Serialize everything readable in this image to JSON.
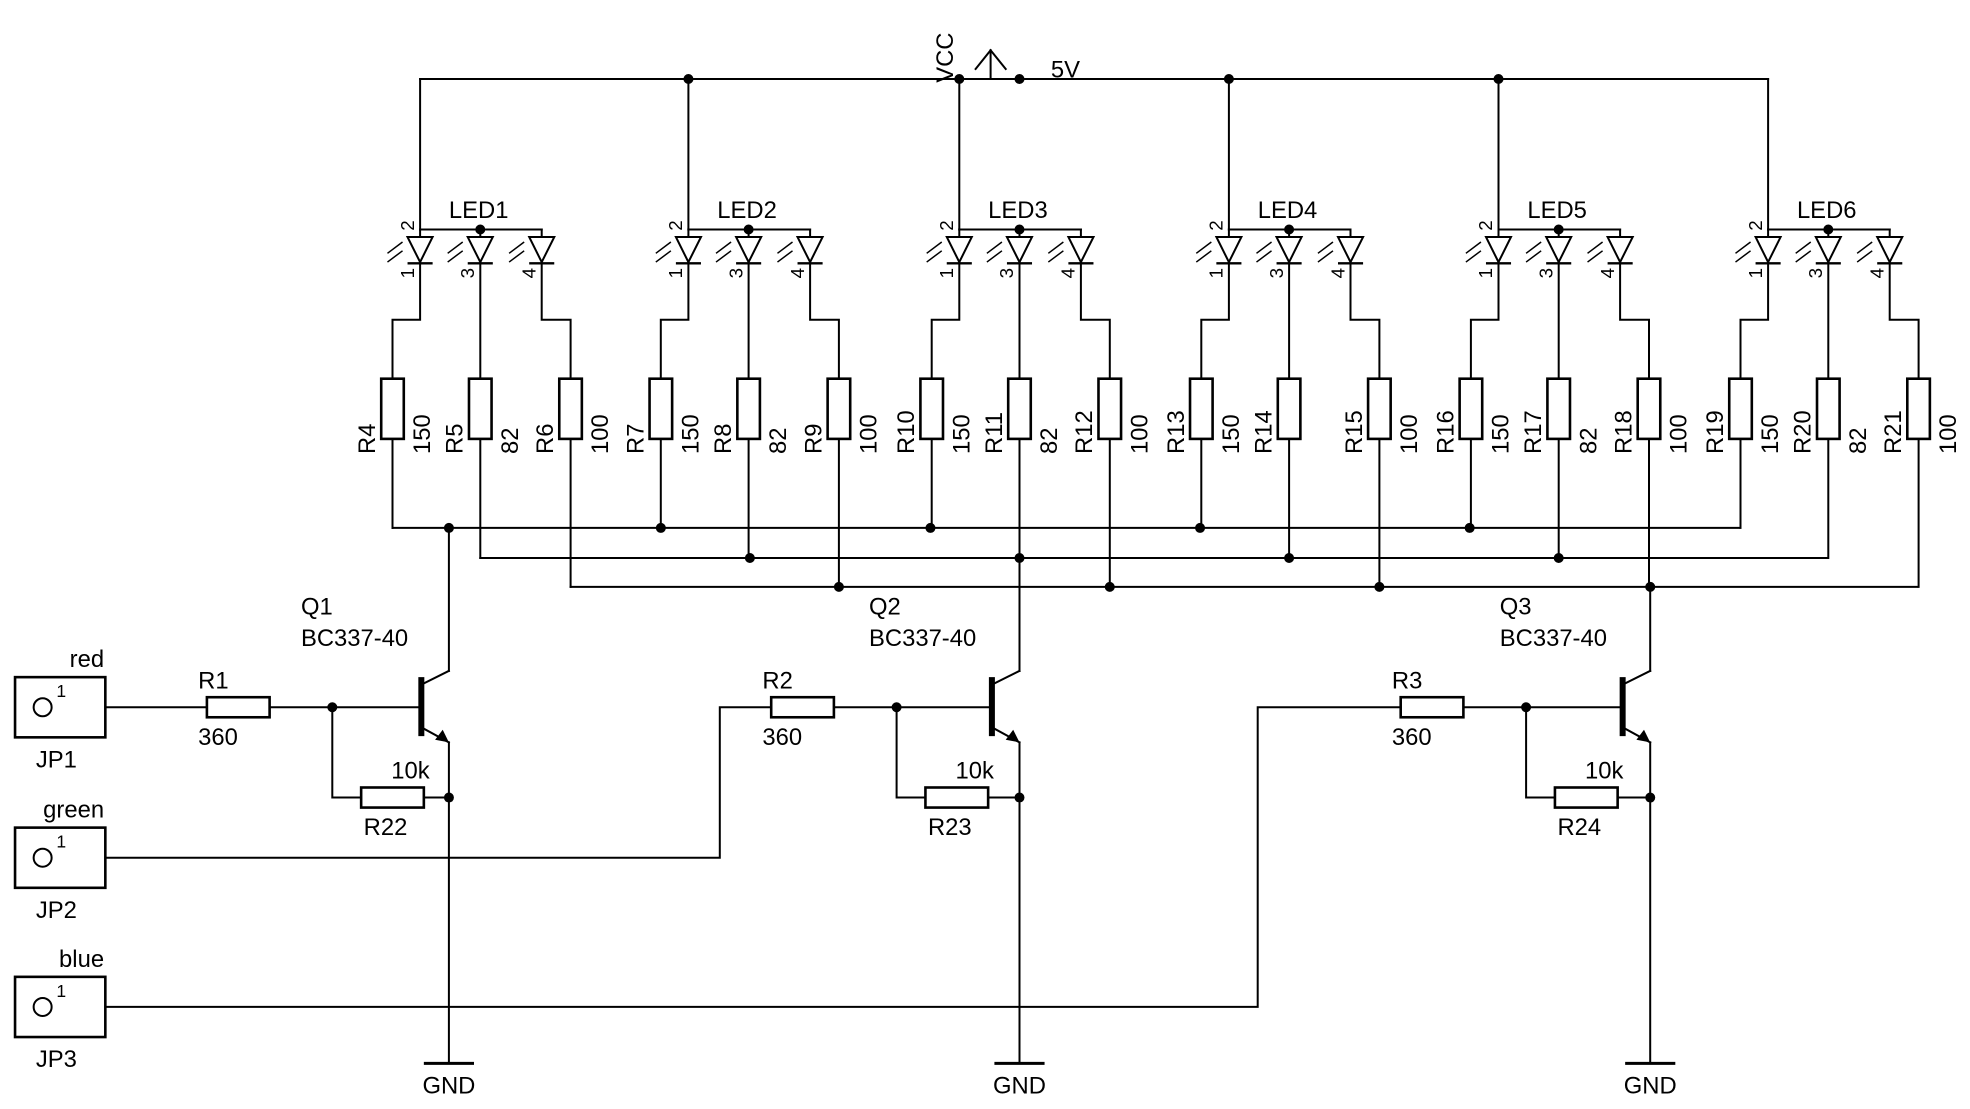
{
  "power": {
    "vcc_label": "VCC",
    "rail_label": "5V",
    "gnd_label": "GND"
  },
  "leds": [
    {
      "name": "LED1",
      "pins": [
        "2",
        "1",
        "3",
        "4"
      ],
      "resistors": [
        {
          "ref": "R4",
          "value": "150"
        },
        {
          "ref": "R5",
          "value": "82"
        },
        {
          "ref": "R6",
          "value": "100"
        }
      ]
    },
    {
      "name": "LED2",
      "pins": [
        "2",
        "1",
        "3",
        "4"
      ],
      "resistors": [
        {
          "ref": "R7",
          "value": "150"
        },
        {
          "ref": "R8",
          "value": "82"
        },
        {
          "ref": "R9",
          "value": "100"
        }
      ]
    },
    {
      "name": "LED3",
      "pins": [
        "2",
        "1",
        "3",
        "4"
      ],
      "resistors": [
        {
          "ref": "R10",
          "value": "150"
        },
        {
          "ref": "R11",
          "value": "82"
        },
        {
          "ref": "R12",
          "value": "100"
        }
      ]
    },
    {
      "name": "LED4",
      "pins": [
        "2",
        "1",
        "3",
        "4"
      ],
      "resistors": [
        {
          "ref": "R13",
          "value": "150"
        },
        {
          "ref": "R14",
          "value": ""
        },
        {
          "ref": "R15",
          "value": "100"
        }
      ]
    },
    {
      "name": "LED5",
      "pins": [
        "2",
        "1",
        "3",
        "4"
      ],
      "resistors": [
        {
          "ref": "R16",
          "value": "150"
        },
        {
          "ref": "R17",
          "value": "82"
        },
        {
          "ref": "R18",
          "value": "100"
        }
      ]
    },
    {
      "name": "LED6",
      "pins": [
        "2",
        "1",
        "3",
        "4"
      ],
      "resistors": [
        {
          "ref": "R19",
          "value": "150"
        },
        {
          "ref": "R20",
          "value": "82"
        },
        {
          "ref": "R21",
          "value": "100"
        }
      ]
    }
  ],
  "channels": [
    {
      "connector": {
        "ref": "JP1",
        "label": "red",
        "pin": "1"
      },
      "base_resistor": {
        "ref": "R1",
        "value": "360"
      },
      "transistor": {
        "ref": "Q1",
        "part": "BC337-40"
      },
      "pulldown": {
        "ref": "R22",
        "value": "10k"
      }
    },
    {
      "connector": {
        "ref": "JP2",
        "label": "green",
        "pin": "1"
      },
      "base_resistor": {
        "ref": "R2",
        "value": "360"
      },
      "transistor": {
        "ref": "Q2",
        "part": "BC337-40"
      },
      "pulldown": {
        "ref": "R23",
        "value": "10k"
      }
    },
    {
      "connector": {
        "ref": "JP3",
        "label": "blue",
        "pin": "1"
      },
      "base_resistor": {
        "ref": "R3",
        "value": "360"
      },
      "transistor": {
        "ref": "Q3",
        "part": "BC337-40"
      },
      "pulldown": {
        "ref": "R24",
        "value": "10k"
      }
    }
  ]
}
